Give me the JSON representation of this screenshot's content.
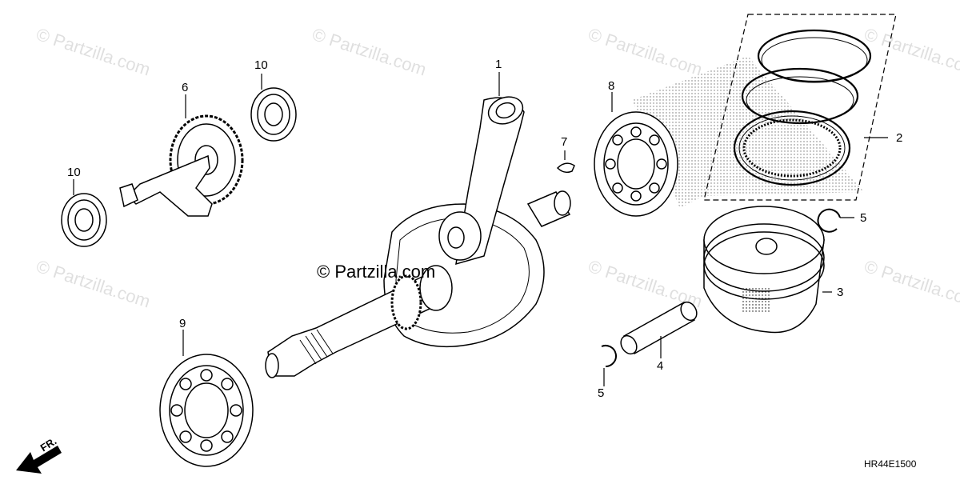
{
  "diagram": {
    "code": "HR44E1500",
    "direction_label": "FR.",
    "watermark": "© Partzilla.com",
    "callouts": {
      "p1": "1",
      "p2": "2",
      "p3": "3",
      "p4": "4",
      "p5a": "5",
      "p5b": "5",
      "p6": "6",
      "p7": "7",
      "p8": "8",
      "p9": "9",
      "p10a": "10",
      "p10b": "10"
    }
  }
}
